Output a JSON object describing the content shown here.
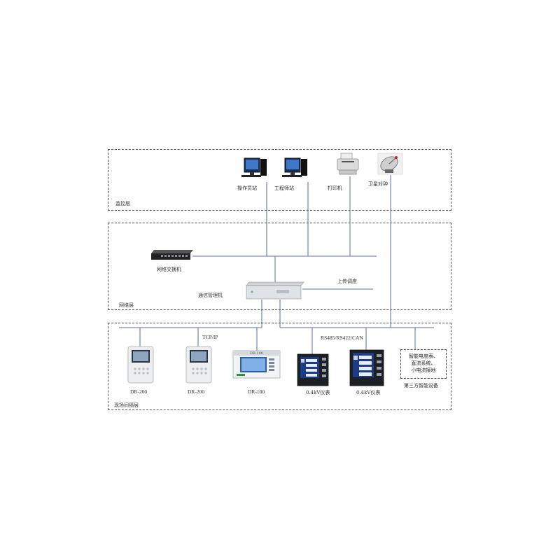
{
  "layers": {
    "monitor": "监控层",
    "network": "网络层",
    "field": "现场间隔层"
  },
  "devices": {
    "operator_station": "操作员站",
    "engineer_station": "工程师站",
    "printer": "打印机",
    "gps": "卫星对钟",
    "switch": "网络交换机",
    "comm_manager": "通信管理机",
    "upstream": "上传调度",
    "tcpip": "TCP/IP",
    "bus": "RS485/RS422/CAN",
    "dr200_a": "DR-200",
    "dr200_b": "DR-200",
    "dr100": "DR-100",
    "dr100_screen_title": "DR-100",
    "meter_a": "0.4kV仪表",
    "meter_b": "0.4kV仪表",
    "third_party_line1": "智能电度表、",
    "third_party_line2": "直流系统、",
    "third_party_line3": "小电流接地",
    "third_party_caption": "第三方智能设备"
  },
  "colors": {
    "line": "#5a6e9e",
    "border": "#555555"
  }
}
